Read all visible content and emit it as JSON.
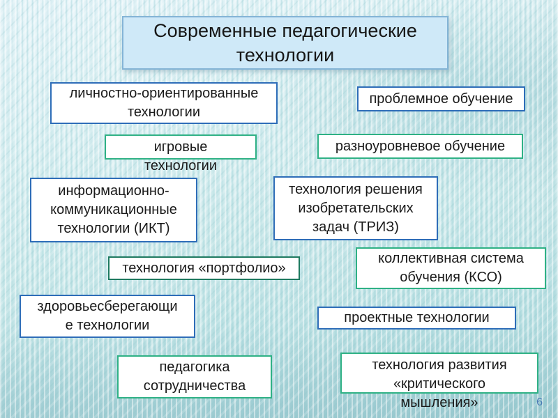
{
  "slide": {
    "title": "Современные педагогические\nтехнологии",
    "page_number": "6"
  },
  "colors": {
    "title_fill": "#cfe9f8",
    "title_border": "#84b4d6",
    "blue_border": "#2e6db8",
    "green_border": "#2fb185",
    "green_dark_border": "#1e7a60",
    "page_number_color": "#4a7ab5",
    "background_base": "#c6e6e8",
    "box_fill": "#ffffff",
    "text_color": "#1a1a1a"
  },
  "boxes": [
    {
      "name": "personal-oriented",
      "text": "личностно-ориентированные\nтехнологии",
      "border": "blue"
    },
    {
      "name": "game",
      "text": "игровые\nтехнологии",
      "border": "green"
    },
    {
      "name": "problem-learning",
      "text": "проблемное обучение",
      "border": "blue"
    },
    {
      "name": "multilevel-learning",
      "text": "разноуровневое обучение",
      "border": "green"
    },
    {
      "name": "ict",
      "text": "информационно-\nкоммуникационные\nтехнологии (ИКТ)",
      "border": "blue"
    },
    {
      "name": "triz",
      "text": "технология решения\nизобретательских\nзадач (ТРИЗ)",
      "border": "blue"
    },
    {
      "name": "portfolio",
      "text": "технология «портфолио»",
      "border": "green-dark"
    },
    {
      "name": "kso",
      "text": "коллективная система\nобучения (КСО)",
      "border": "green"
    },
    {
      "name": "health-saving",
      "text": "здоровьесберегающи\nе технологии",
      "border": "blue"
    },
    {
      "name": "project",
      "text": "проектные технологии",
      "border": "blue"
    },
    {
      "name": "cooperation-pedagogy",
      "text": "педагогика\nсотрудничества",
      "border": "green"
    },
    {
      "name": "critical-thinking",
      "text": "технология развития\n«критического\nмышления»",
      "border": "green"
    }
  ]
}
